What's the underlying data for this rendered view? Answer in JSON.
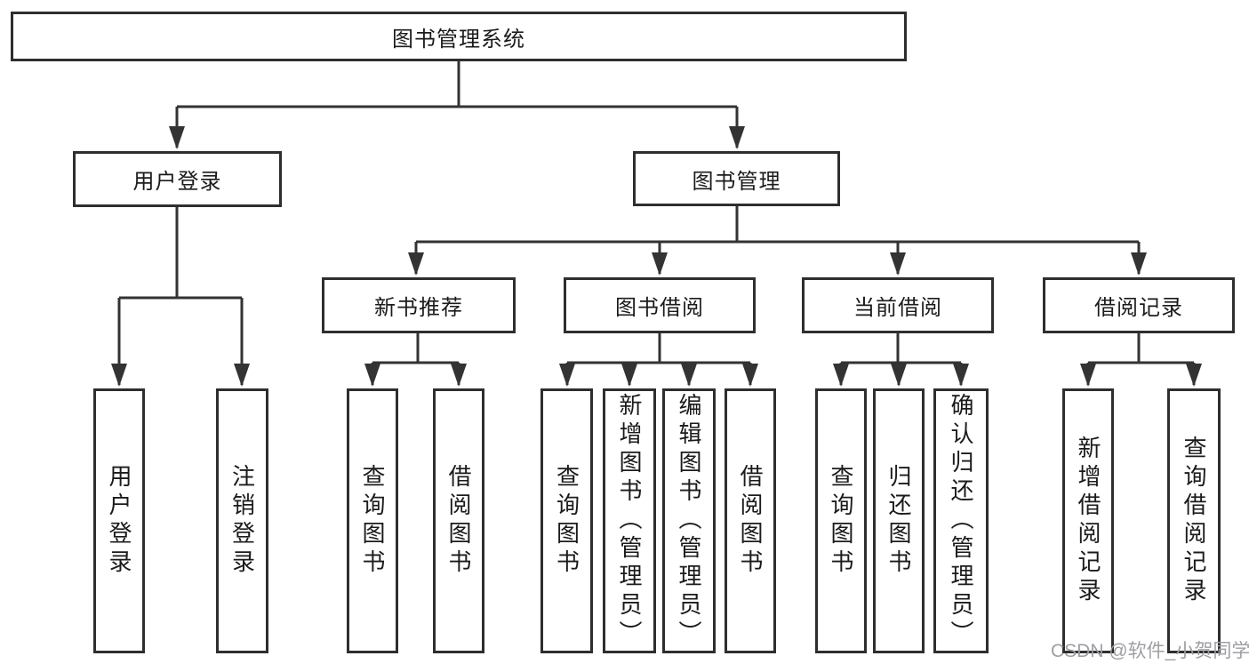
{
  "diagram": {
    "root": {
      "label": "图书管理系统"
    },
    "level2": [
      {
        "label": "用户登录"
      },
      {
        "label": "图书管理"
      }
    ],
    "level3": [
      {
        "label": "新书推荐"
      },
      {
        "label": "图书借阅"
      },
      {
        "label": "当前借阅"
      },
      {
        "label": "借阅记录"
      }
    ],
    "leaves": [
      {
        "label": "用户登录"
      },
      {
        "label": "注销登录"
      },
      {
        "label": "查询图书"
      },
      {
        "label": "借阅图书"
      },
      {
        "label": "查询图书"
      },
      {
        "label": "新增图书（管理员）"
      },
      {
        "label": "编辑图书（管理员）"
      },
      {
        "label": "借阅图书"
      },
      {
        "label": "查询图书"
      },
      {
        "label": "归还图书"
      },
      {
        "label": "确认归还（管理员）"
      },
      {
        "label": "新增借阅记录"
      },
      {
        "label": "查询借阅记录"
      }
    ],
    "watermark": "CSDN @软件_小贺同学"
  },
  "colors": {
    "line": "#333333",
    "box_border": "#2e2e2e",
    "text": "#1b1b1b",
    "watermark": "#9e9ea3",
    "background": "#ffffff"
  }
}
